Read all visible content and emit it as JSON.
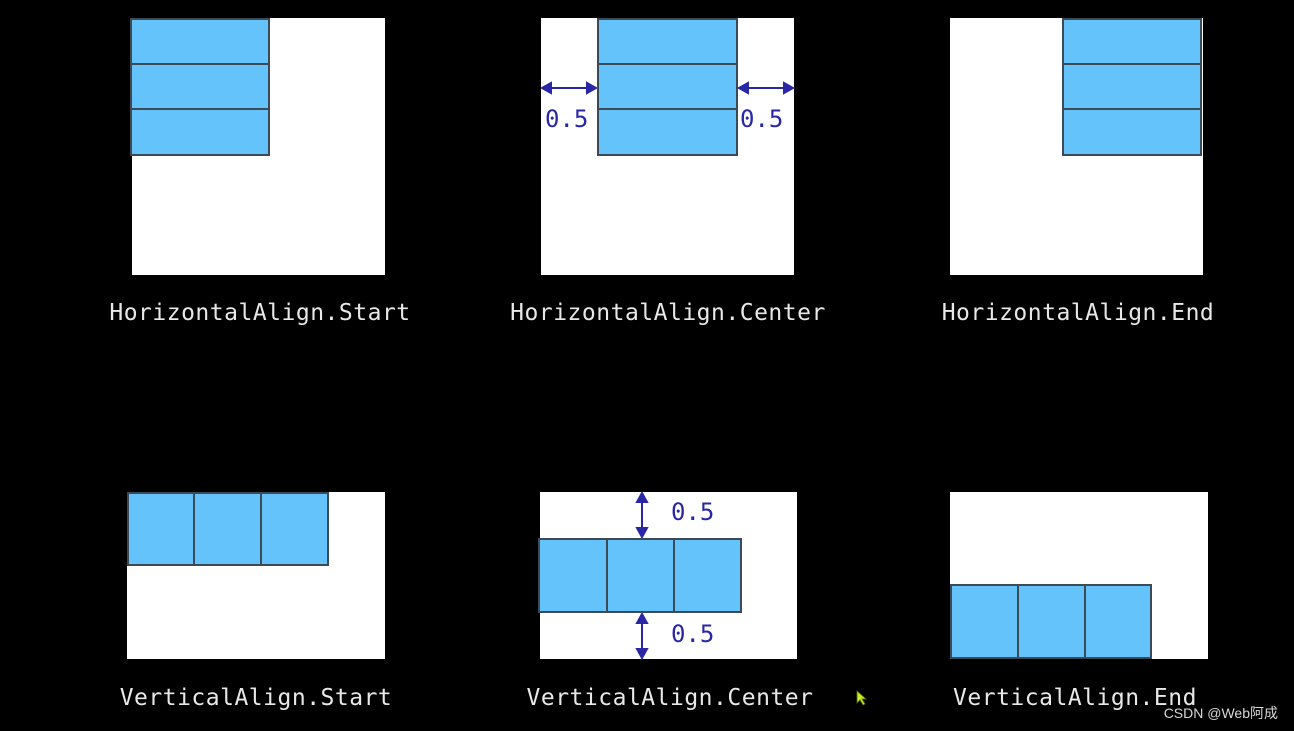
{
  "colors": {
    "background": "#000000",
    "panel": "#ffffff",
    "cell": "#64c3fa",
    "cell_border": "#3c4a56",
    "arrow": "#2a27a6"
  },
  "captions": {
    "h_start": "HorizontalAlign.Start",
    "h_center": "HorizontalAlign.Center",
    "h_end": "HorizontalAlign.End",
    "v_start": "VerticalAlign.Start",
    "v_center": "VerticalAlign.Center",
    "v_end": "VerticalAlign.End"
  },
  "dimensions": {
    "h_center_left": "0.5",
    "h_center_right": "0.5",
    "v_center_top": "0.5",
    "v_center_bottom": "0.5"
  },
  "watermark": "CSDN @Web阿成",
  "icons": {
    "cursor": "mouse-cursor-icon"
  }
}
